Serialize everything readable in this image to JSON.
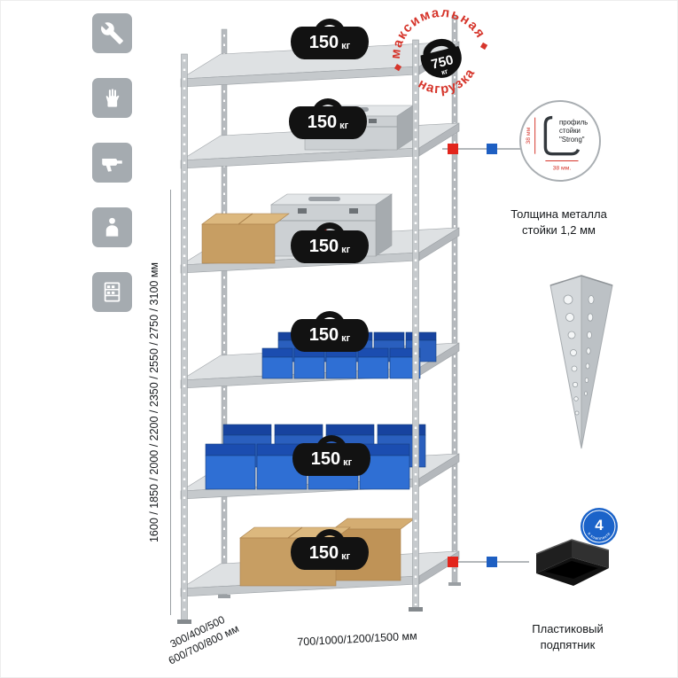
{
  "sidebar": {
    "icons": [
      {
        "name": "wrench-icon"
      },
      {
        "name": "gloves-icon"
      },
      {
        "name": "drill-icon"
      },
      {
        "name": "person-icon"
      },
      {
        "name": "rack-icon"
      }
    ]
  },
  "rack": {
    "shelves": [
      {
        "load": "150",
        "unit": "кг"
      },
      {
        "load": "150",
        "unit": "кг"
      },
      {
        "load": "150",
        "unit": "кг"
      },
      {
        "load": "150",
        "unit": "кг"
      },
      {
        "load": "150",
        "unit": "кг"
      },
      {
        "load": "150",
        "unit": "кг"
      }
    ]
  },
  "stamp": {
    "arc_top": "максимальная",
    "arc_bottom": "нагрузка",
    "value": "750",
    "unit": "кг"
  },
  "profile": {
    "dim_vertical": "38 мм",
    "dim_horizontal": "38 мм.",
    "label_line1": "профиль",
    "label_line2": "стойки",
    "label_line3": "\"Strong\"",
    "caption_line1": "Толщина металла",
    "caption_line2": "стойки 1,2 мм"
  },
  "foot": {
    "badge_value": "4",
    "badge_arc": "в комплекте",
    "caption_line1": "Пластиковый",
    "caption_line2": "подпятник"
  },
  "dimensions": {
    "height": "1600 / 1850 / 2000 / 2200 / 2350 / 2550 / 2750 / 3100 мм",
    "width": "700/1000/1200/1500 мм",
    "depth_line1": "300/400/500",
    "depth_line2": "600/700/800 мм"
  }
}
